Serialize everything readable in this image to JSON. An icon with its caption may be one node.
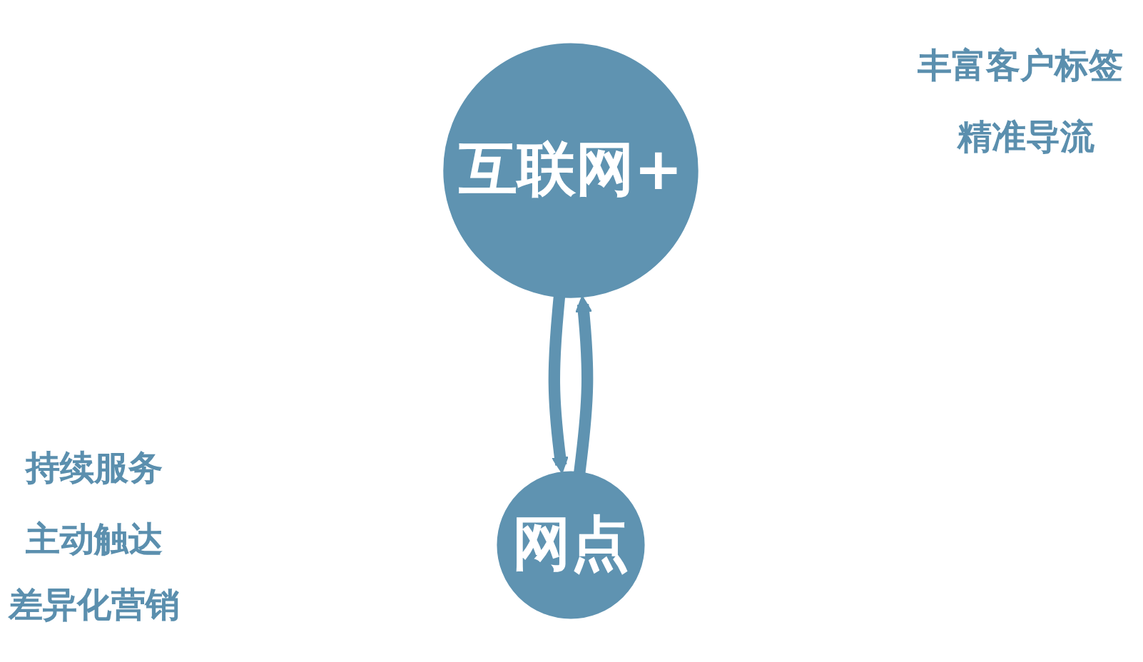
{
  "diagram": {
    "nodes": [
      {
        "text": [
          "互联网+"
        ]
      },
      {
        "text": [
          "网点"
        ]
      }
    ],
    "edges": [
      {
        "from": 0,
        "to": 1,
        "arrow": "to"
      },
      {
        "from": 1,
        "to": 0,
        "arrow": "to"
      }
    ],
    "labels": [
      "丰富客户标签",
      "精准导流",
      "持续服务",
      "主动触达",
      "差异化营销"
    ]
  }
}
